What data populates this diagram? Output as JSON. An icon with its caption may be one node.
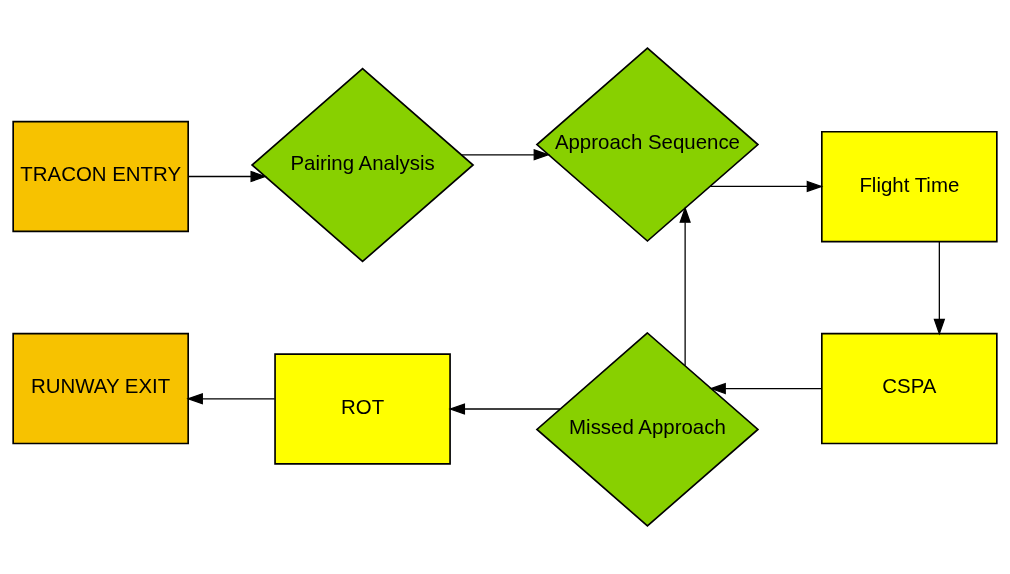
{
  "diagram": {
    "nodes": [
      {
        "text": [
          "TRACON ENTRY"
        ]
      },
      {
        "text": [
          "Pairing Analysis"
        ]
      },
      {
        "text": [
          "Approach Sequence"
        ]
      },
      {
        "text": [
          "Flight Time"
        ]
      },
      {
        "text": [
          "RUNWAY EXIT"
        ]
      },
      {
        "text": [
          "ROT"
        ]
      },
      {
        "text": [
          "Missed Approach"
        ]
      },
      {
        "text": [
          "CSPA"
        ]
      }
    ],
    "edges": [
      {
        "from": 0,
        "to": 1,
        "arrow": "to"
      },
      {
        "from": 1,
        "to": 2,
        "arrow": "to"
      },
      {
        "from": 2,
        "to": 3,
        "arrow": "to"
      },
      {
        "from": 3,
        "to": 7,
        "arrow": "to"
      },
      {
        "from": 7,
        "to": 6,
        "arrow": "to"
      },
      {
        "from": 6,
        "to": 5,
        "arrow": "to"
      },
      {
        "from": 5,
        "to": 4,
        "arrow": "to"
      },
      {
        "from": 6,
        "to": 2,
        "arrow": "to"
      }
    ]
  }
}
